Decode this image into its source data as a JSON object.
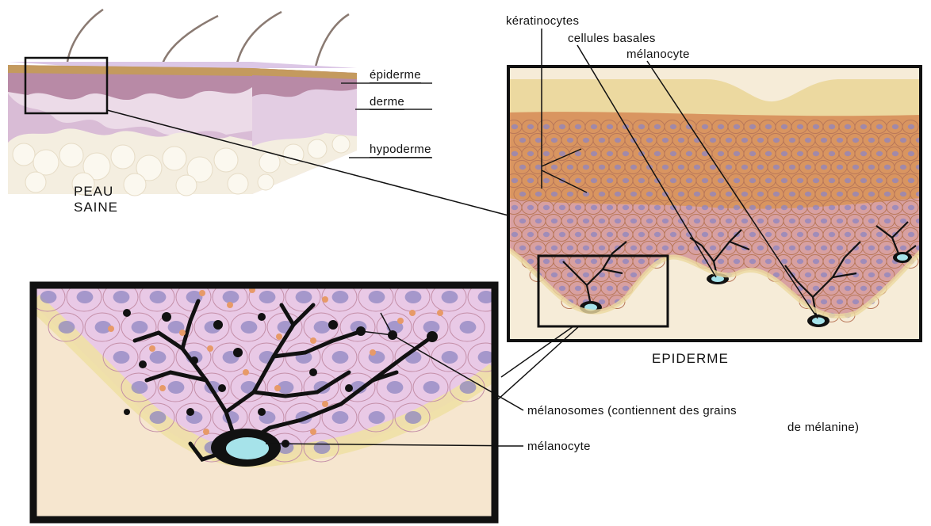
{
  "skin_block": {
    "layers": [
      "épiderme",
      "derme",
      "hypoderme"
    ],
    "caption_line1": "PEAU",
    "caption_line2": "SAINE"
  },
  "epidermis_panel": {
    "cell_labels": [
      "kératinocytes",
      "cellules basales",
      "mélanocyte"
    ],
    "caption": "EPIDERME"
  },
  "zoom_panel": {
    "melanosomes_line1": "mélanosomes (contiennent des grains",
    "melanosomes_line2": "de mélanine)",
    "melanocyte": "mélanocyte"
  },
  "colors": {
    "surface": "#ecd9a0",
    "keratinocyte_layer": "#d99560",
    "cell_outline": "#b9785a",
    "nucleus": "#8e86c2",
    "dermis_pink": "#e9c9e6",
    "melanocyte_body": "#a6e3ea",
    "melanin": "#111111",
    "melanosome_orange": "#e79a68",
    "hypoderm_fat": "#f4eee0"
  }
}
